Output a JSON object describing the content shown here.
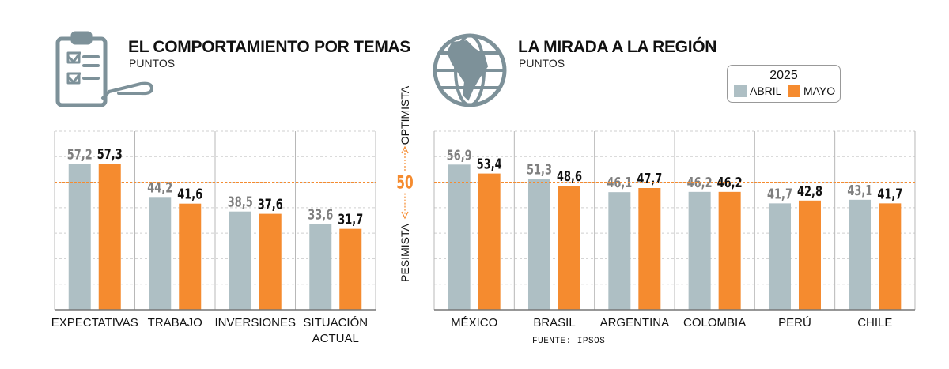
{
  "colors": {
    "abril": "#aebfc4",
    "mayo": "#f58b2f",
    "grid": "#cfcfcf",
    "divider": "#b8b8b8",
    "abril_label": "#7f7f7f",
    "ref": "#f58b2f",
    "icon": "#7d9199"
  },
  "left": {
    "title": "EL COMPORTAMIENTO POR TEMAS",
    "subtitle": "PUNTOS",
    "icon": "clipboard-checklist-icon"
  },
  "right": {
    "title": "LA MIRADA A LA REGIÓN",
    "subtitle": "PUNTOS",
    "icon": "globe-americas-icon"
  },
  "legend": {
    "year": "2025",
    "abril": "ABRIL",
    "mayo": "MAYO"
  },
  "reference": {
    "value": 50,
    "label": "50",
    "optimista": "OPTIMISTA",
    "pesimista": "PESIMISTA"
  },
  "source": "FUENTE: IPSOS",
  "chart_data": [
    {
      "type": "bar",
      "categories": [
        "EXPECTATIVAS",
        "TRABAJO",
        "INVERSIONES",
        "SITUACIÓN ACTUAL"
      ],
      "category_lines": [
        [
          "EXPECTATIVAS"
        ],
        [
          "TRABAJO"
        ],
        [
          "INVERSIONES"
        ],
        [
          "SITUACIÓN",
          "ACTUAL"
        ]
      ],
      "series": [
        {
          "name": "ABRIL",
          "values": [
            57.2,
            44.2,
            38.5,
            33.6
          ],
          "labels": [
            "57,2",
            "44,2",
            "38,5",
            "33,6"
          ]
        },
        {
          "name": "MAYO",
          "values": [
            57.3,
            41.6,
            37.6,
            31.7
          ],
          "labels": [
            "57,3",
            "41,6",
            "37,6",
            "31,7"
          ]
        }
      ],
      "reference_line": 50
    },
    {
      "type": "bar",
      "categories": [
        "MÉXICO",
        "BRASIL",
        "ARGENTINA",
        "COLOMBIA",
        "PERÚ",
        "CHILE"
      ],
      "category_lines": [
        [
          "MÉXICO"
        ],
        [
          "BRASIL"
        ],
        [
          "ARGENTINA"
        ],
        [
          "COLOMBIA"
        ],
        [
          "PERÚ"
        ],
        [
          "CHILE"
        ]
      ],
      "series": [
        {
          "name": "ABRIL",
          "values": [
            56.9,
            51.3,
            46.1,
            46.2,
            41.7,
            43.1
          ],
          "labels": [
            "56,9",
            "51,3",
            "46,1",
            "46,2",
            "41,7",
            "43,1"
          ]
        },
        {
          "name": "MAYO",
          "values": [
            53.4,
            48.6,
            47.7,
            46.2,
            42.8,
            41.7
          ],
          "labels": [
            "53,4",
            "48,6",
            "47,7",
            "46,2",
            "42,8",
            "41,7"
          ]
        }
      ],
      "reference_line": 50
    }
  ]
}
